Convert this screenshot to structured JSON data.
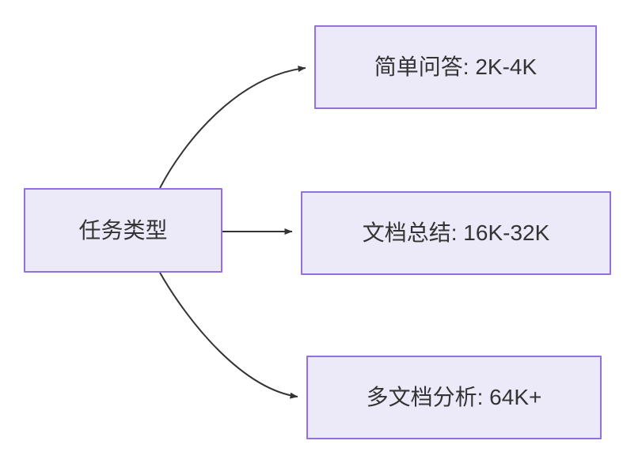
{
  "diagram": {
    "type": "flowchart",
    "direction": "left-to-right",
    "background_color": "#FFFFFF",
    "node_fill_color": "#ECEAF9",
    "node_border_color": "#9370DB",
    "node_text_color": "#333333",
    "edge_color": "#333333",
    "nodes": [
      {
        "id": "root",
        "label": "任务类型",
        "role": "source"
      },
      {
        "id": "simple-qa",
        "label": "简单问答: 2K-4K",
        "role": "target"
      },
      {
        "id": "doc-summary",
        "label": "文档总结: 16K-32K",
        "role": "target"
      },
      {
        "id": "multi-doc",
        "label": "多文档分析: 64K+",
        "role": "target"
      }
    ],
    "edges": [
      {
        "id": "edge-root-simple-qa",
        "from": "root",
        "to": "simple-qa",
        "label": "",
        "style": "curved-arrow"
      },
      {
        "id": "edge-root-doc-summary",
        "from": "root",
        "to": "doc-summary",
        "label": "",
        "style": "straight-arrow"
      },
      {
        "id": "edge-root-multi-doc",
        "from": "root",
        "to": "multi-doc",
        "label": "",
        "style": "curved-arrow"
      }
    ]
  }
}
